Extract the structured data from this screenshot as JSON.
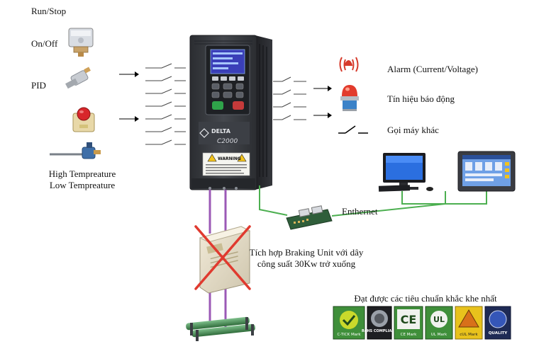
{
  "inputs": {
    "run_stop": "Run/Stop",
    "on_off": "On/Off",
    "pid": "PID",
    "temp_high": "High Tempreature",
    "temp_low": "Low Tempreature"
  },
  "drive": {
    "brand": "DELTA",
    "model": "C2000",
    "warning": "WARNING"
  },
  "outputs": {
    "alarm": "Alarm (Current/Voltage)",
    "signal": "Tín hiệu báo động",
    "call": "Gọi máy khác"
  },
  "network": {
    "ethernet": "Enthernet"
  },
  "braking": {
    "line1": "Tích hợp Braking Unit với dây",
    "line2": "công suất 30Kw trở xuống"
  },
  "standards": {
    "title": "Đạt được các tiêu chuẩn khắc khe nhất",
    "badges": [
      "C-TICK Mark",
      "RoHS COMPLIANT",
      "CE Mark",
      "UL Mark",
      "cUL Mark",
      "QUALITY"
    ]
  },
  "colors": {
    "drive_body": "#3a3d42",
    "ethernet_line": "#4caf50",
    "power_line": "#9b59b6",
    "cross": "#e03a2f",
    "badge_green": "#3f8f3a",
    "badge_yellow": "#e8c21c"
  }
}
